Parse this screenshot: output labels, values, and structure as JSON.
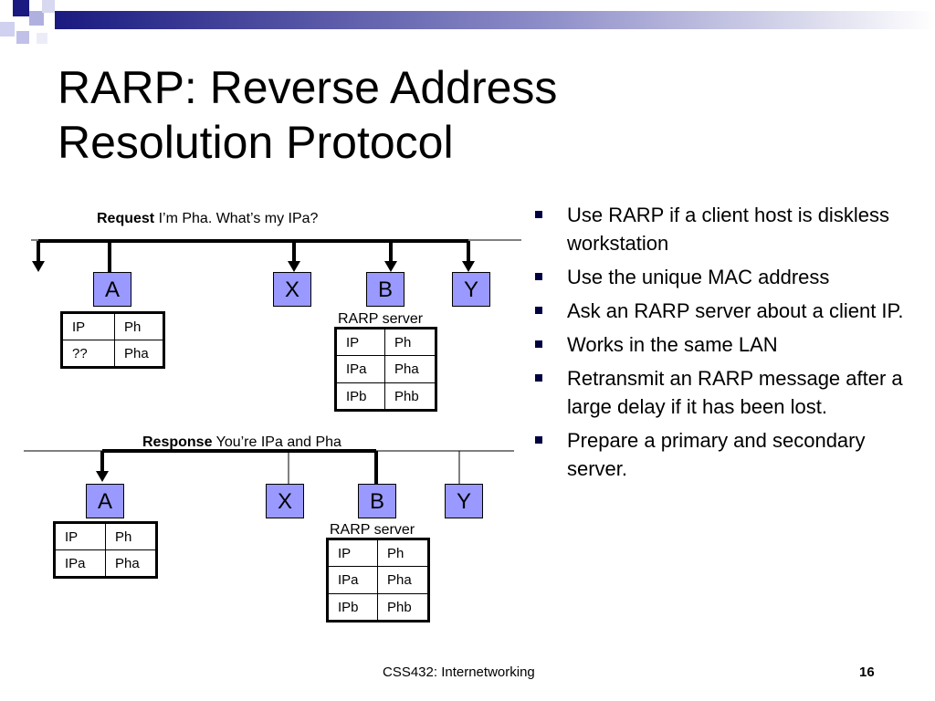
{
  "slide": {
    "title_line1": "RARP: Reverse Address",
    "title_line2": "Resolution Protocol",
    "footer": "CSS432: Internetworking",
    "page_number": "16"
  },
  "request": {
    "label_bold": "Request",
    "label_text": " I’m Pha. What’s my IPa?"
  },
  "response": {
    "label_bold": "Response",
    "label_text": " You’re IPa and Pha"
  },
  "nodes": {
    "a": "A",
    "x": "X",
    "b": "B",
    "y": "Y"
  },
  "server_label": "RARP server",
  "table_a_request": [
    [
      "IP",
      "Ph"
    ],
    [
      "??",
      "Pha"
    ]
  ],
  "table_a_response": [
    [
      "IP",
      "Ph"
    ],
    [
      "IPa",
      "Pha"
    ]
  ],
  "table_server": [
    [
      "IP",
      "Ph"
    ],
    [
      "IPa",
      "Pha"
    ],
    [
      "IPb",
      "Phb"
    ]
  ],
  "bullets": [
    "Use RARP if a client host is diskless workstation",
    "Use the unique MAC address",
    "Ask an RARP server about a client IP.",
    "Works in the same LAN",
    "Retransmit an RARP message after a large delay if it has been lost.",
    "Prepare a primary and secondary server."
  ],
  "colors": {
    "node_fill": "#9999ff",
    "bullet": "#000040",
    "header_square": "#000080"
  }
}
